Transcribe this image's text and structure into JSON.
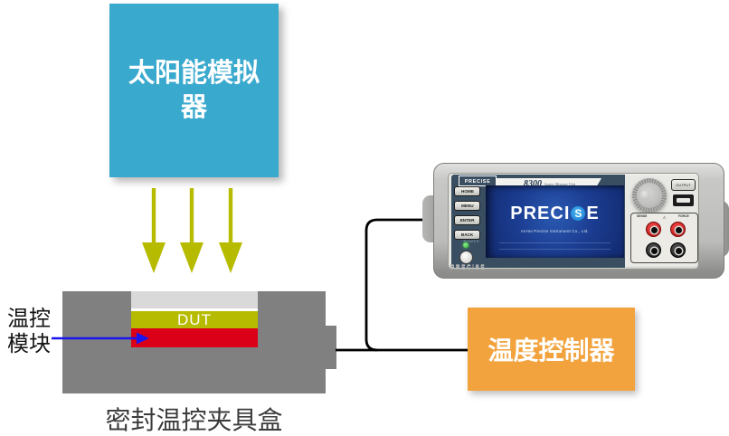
{
  "colors": {
    "cyan": "#3AA9CE",
    "yellow": "#B7BB00",
    "red": "#DB0018",
    "orange": "#F2A33E",
    "fixture-gray": "#808080",
    "slab-gray": "#D9D9D9",
    "blue-arrow": "#1B16EF",
    "navy": "#3A4E62"
  },
  "solar_simulator": {
    "label": "太阳能模拟器"
  },
  "fixture": {
    "dut_label": "DUT",
    "module_label": "温控\n模块",
    "caption": "密封温控夹具盒"
  },
  "controller": {
    "label": "温度控制器"
  },
  "instrument": {
    "brand": "PRECISE",
    "model": "8300",
    "model_subtitle": "Source Measure Unit",
    "screen_brand_left": "PRECI",
    "screen_brand_s": "S",
    "screen_brand_right": "E",
    "screen_subtitle": "AnHui Precise Instrument Co., Ltd.",
    "buttons": [
      "HOME",
      "MENU",
      "ENTER",
      "BACK"
    ],
    "power_label": "POWER",
    "output_label": "OUTPUT",
    "sense_label": "SENSE",
    "force_label": "FORCE",
    "warning_symbol": "⚠",
    "case_brand": "PRECISE"
  }
}
